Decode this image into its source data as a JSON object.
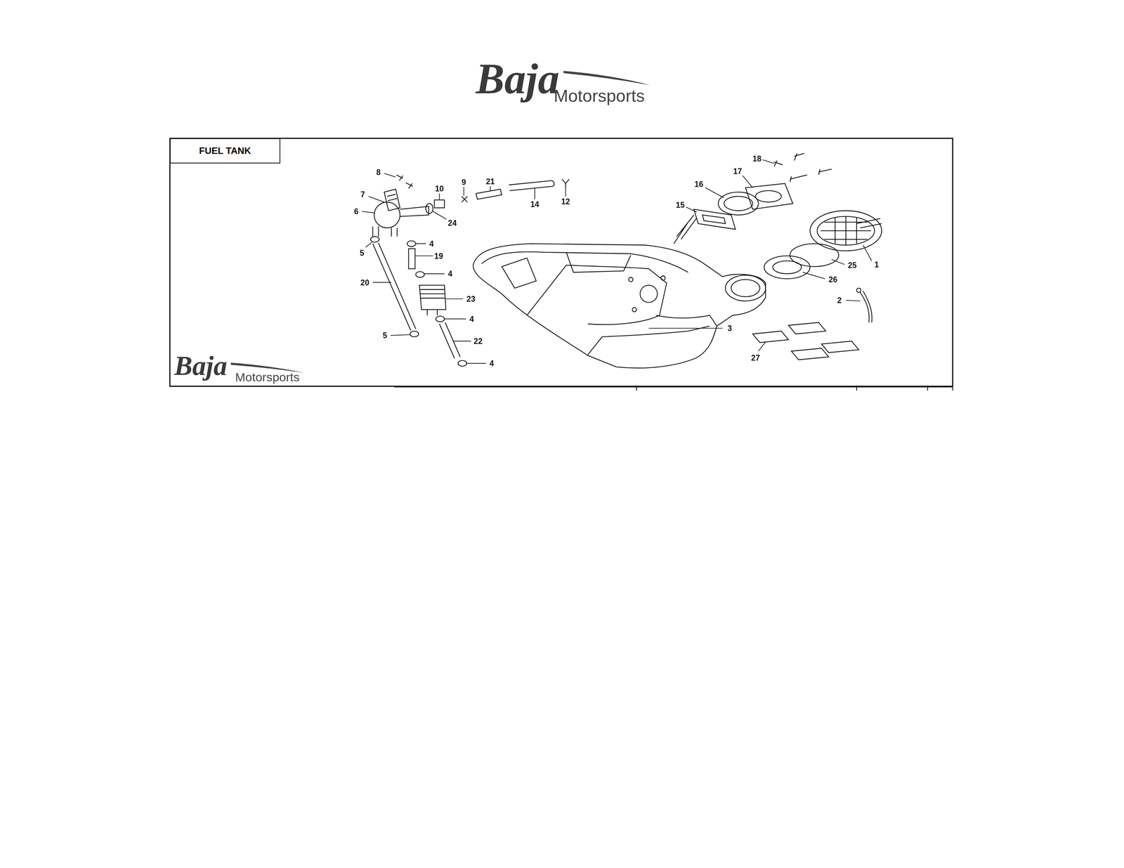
{
  "diagram": {
    "nodes": [
      {
        "text": [
          "FUEL TANK"
        ]
      }
    ],
    "labels": [
      "Baja",
      "Motorsports",
      "8",
      "7",
      "6",
      "10",
      "9",
      "21",
      "14",
      "12",
      "24",
      "5",
      "4",
      "19",
      "4",
      "20",
      "23",
      "4",
      "5",
      "22",
      "4",
      "18",
      "17",
      "16",
      "15",
      "1",
      "25",
      "26",
      "2",
      "3",
      "27",
      "Baja",
      "Motorsports"
    ]
  }
}
